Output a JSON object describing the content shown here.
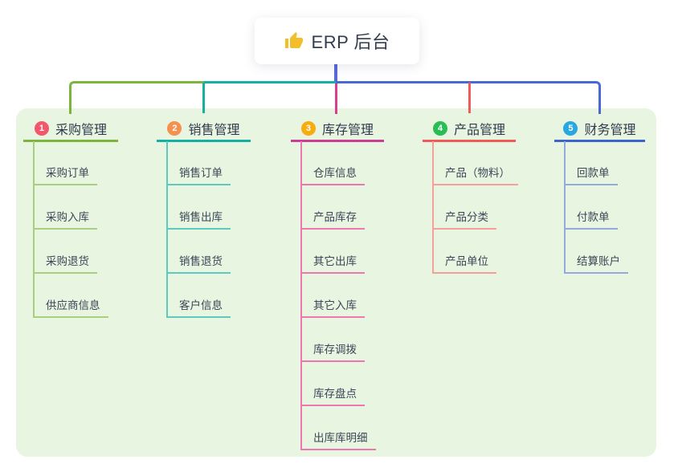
{
  "root": {
    "title": "ERP 后台",
    "icon": "thumbs-up"
  },
  "branches": [
    {
      "index": "1",
      "label": "采购管理",
      "children": [
        "采购订单",
        "采购入库",
        "采购退货",
        "供应商信息"
      ],
      "colors": {
        "line": "#7cb43e",
        "child_line": "#a6cf7e",
        "badge": "#f4566c"
      }
    },
    {
      "index": "2",
      "label": "销售管理",
      "children": [
        "销售订单",
        "销售出库",
        "销售退货",
        "客户信息"
      ],
      "colors": {
        "line": "#14b1a2",
        "child_line": "#5ecabf",
        "badge": "#f6914d"
      }
    },
    {
      "index": "3",
      "label": "库存管理",
      "children": [
        "仓库信息",
        "产品库存",
        "其它出库",
        "其它入库",
        "库存调拨",
        "库存盘点",
        "出库库明细"
      ],
      "colors": {
        "line": "#cb3e94",
        "child_line": "#ee77b2",
        "badge": "#f8ad0f"
      }
    },
    {
      "index": "4",
      "label": "产品管理",
      "children": [
        "产品（物料）",
        "产品分类",
        "产品单位"
      ],
      "colors": {
        "line": "#f15b57",
        "child_line": "#f7a09b",
        "badge": "#2abd55"
      }
    },
    {
      "index": "5",
      "label": "财务管理",
      "children": [
        "回款单",
        "付款单",
        "结算账户"
      ],
      "colors": {
        "line": "#3c64cc",
        "child_line": "#93aadd",
        "badge": "#29a7e1"
      }
    }
  ],
  "connectors": {
    "root_stem": "#5a68d8",
    "trunk_left": "#7cb43e",
    "trunk_mid": "#14b1a2",
    "trunk_right": "#4768d5",
    "drop_2": "#14b1a2",
    "drop_3": "#d6408f",
    "drop_4": "#f15b57"
  },
  "theme": {
    "canvas_bg": "#ffffff",
    "panel_bg": "#e8f5e1",
    "title_color": "#333c4e",
    "label_color": "#303c4e",
    "child_color": "#3a4758",
    "icon_color": "#f2bf2b"
  }
}
